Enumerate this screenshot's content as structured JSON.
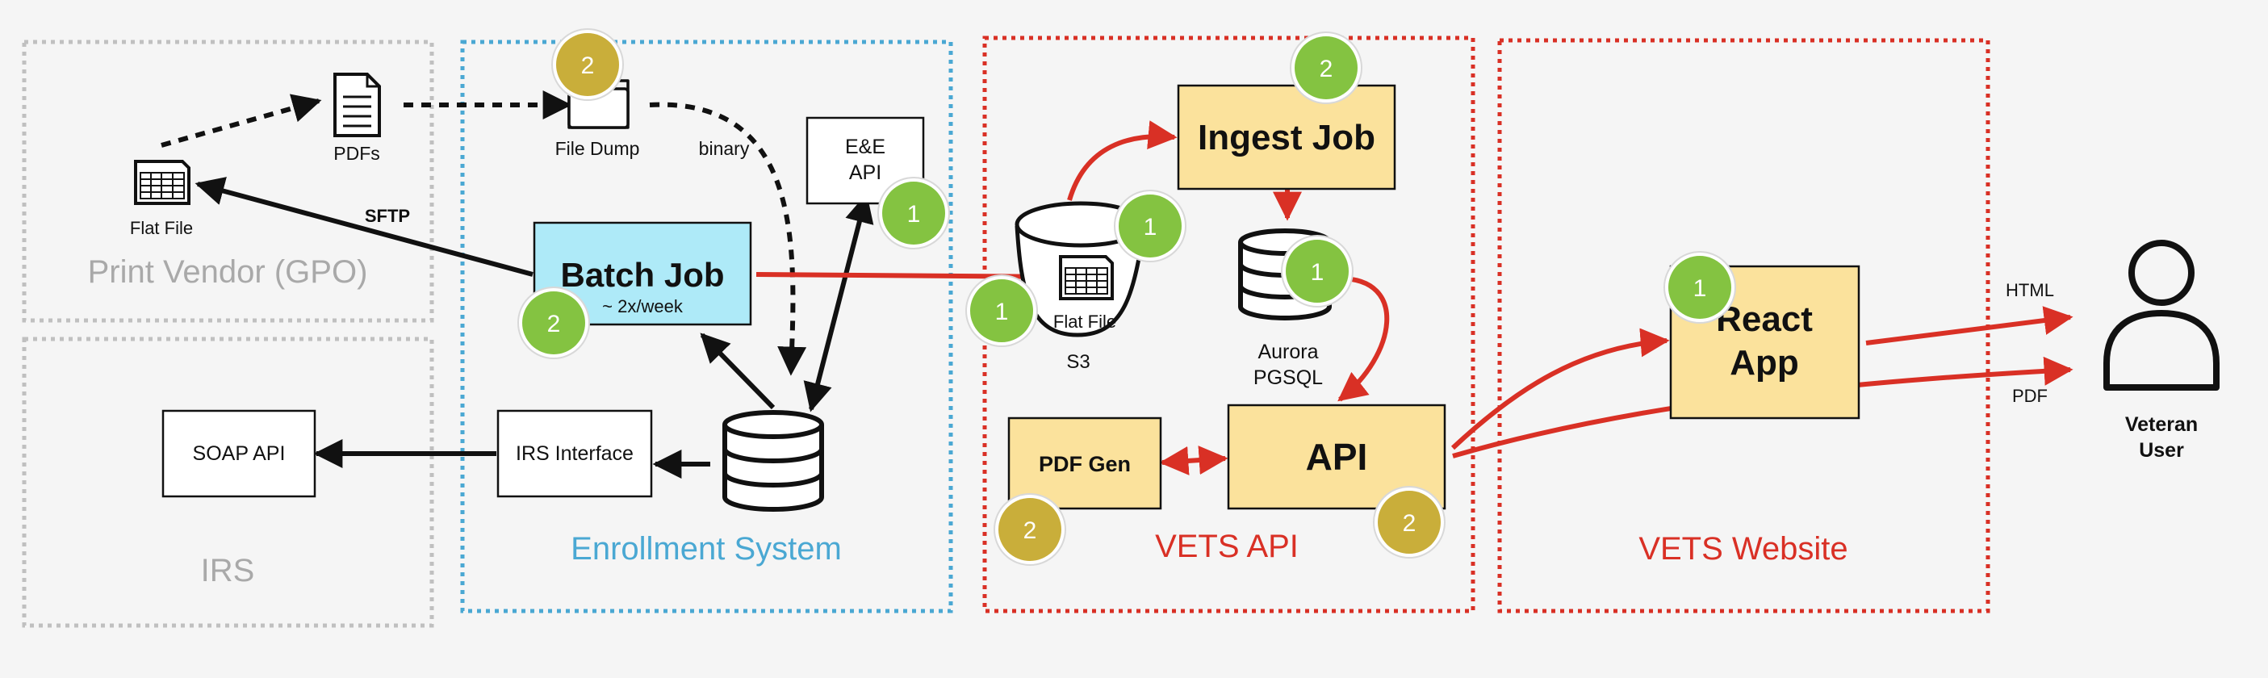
{
  "colors": {
    "background": "#f5f5f5",
    "gray_border": "#c0c0c0",
    "gray_text": "#a9a9a9",
    "blue_border": "#4aa8d3",
    "blue_text": "#4aa8d3",
    "red": "#d93025",
    "yellow_box": "#fbe29c",
    "cyan_box": "#aeeaf8",
    "green_badge": "#84c341",
    "gold_badge": "#c9ae3a",
    "black": "#111111"
  },
  "regions": {
    "print_vendor": "Print Vendor (GPO)",
    "irs": "IRS",
    "enrollment": "Enrollment System",
    "vets_api": "VETS API",
    "vets_website": "VETS Website"
  },
  "nodes": {
    "pdfs": "PDFs",
    "flat_file_vendor": "Flat File",
    "file_dump": "File Dump",
    "batch_job": "Batch Job",
    "batch_job_sub": "~ 2x/week",
    "ee_api_line1": "E&E",
    "ee_api_line2": "API",
    "soap_api": "SOAP API",
    "irs_interface": "IRS Interface",
    "ingest_job": "Ingest Job",
    "s3_label": "S3",
    "flat_file_s3": "Flat File",
    "aurora_line1": "Aurora",
    "aurora_line2": "PGSQL",
    "pdf_gen": "PDF Gen",
    "api": "API",
    "react_line1": "React",
    "react_line2": "App",
    "veteran_line1": "Veteran",
    "veteran_line2": "User"
  },
  "edges": {
    "sftp": "SFTP",
    "binary": "binary",
    "html": "HTML",
    "pdf": "PDF"
  },
  "badges": {
    "file_dump": "2",
    "batch_job": "2",
    "ee_api": "1",
    "ingest_job": "2",
    "s3": "1",
    "flat_file_s3": "1",
    "aurora": "1",
    "pdf_gen": "2",
    "api": "2",
    "react_app": "1"
  }
}
